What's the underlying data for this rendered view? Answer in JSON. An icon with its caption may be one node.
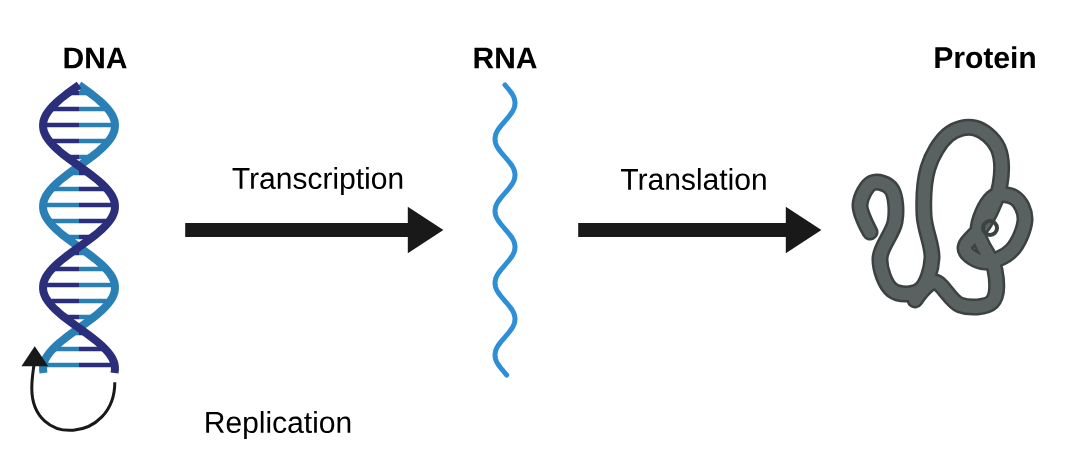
{
  "diagram": {
    "nodes": [
      {
        "text": [
          "DNA"
        ]
      },
      {
        "text": [
          "RNA"
        ]
      },
      {
        "text": [
          "Protein"
        ]
      }
    ],
    "edges": [
      {
        "from": 0,
        "to": 1,
        "arrow": "to",
        "label": "Transcription"
      },
      {
        "from": 1,
        "to": 2,
        "arrow": "to",
        "label": "Translation"
      },
      {
        "from": 0,
        "to": 0,
        "arrow": "to",
        "label": "Replication"
      }
    ]
  }
}
